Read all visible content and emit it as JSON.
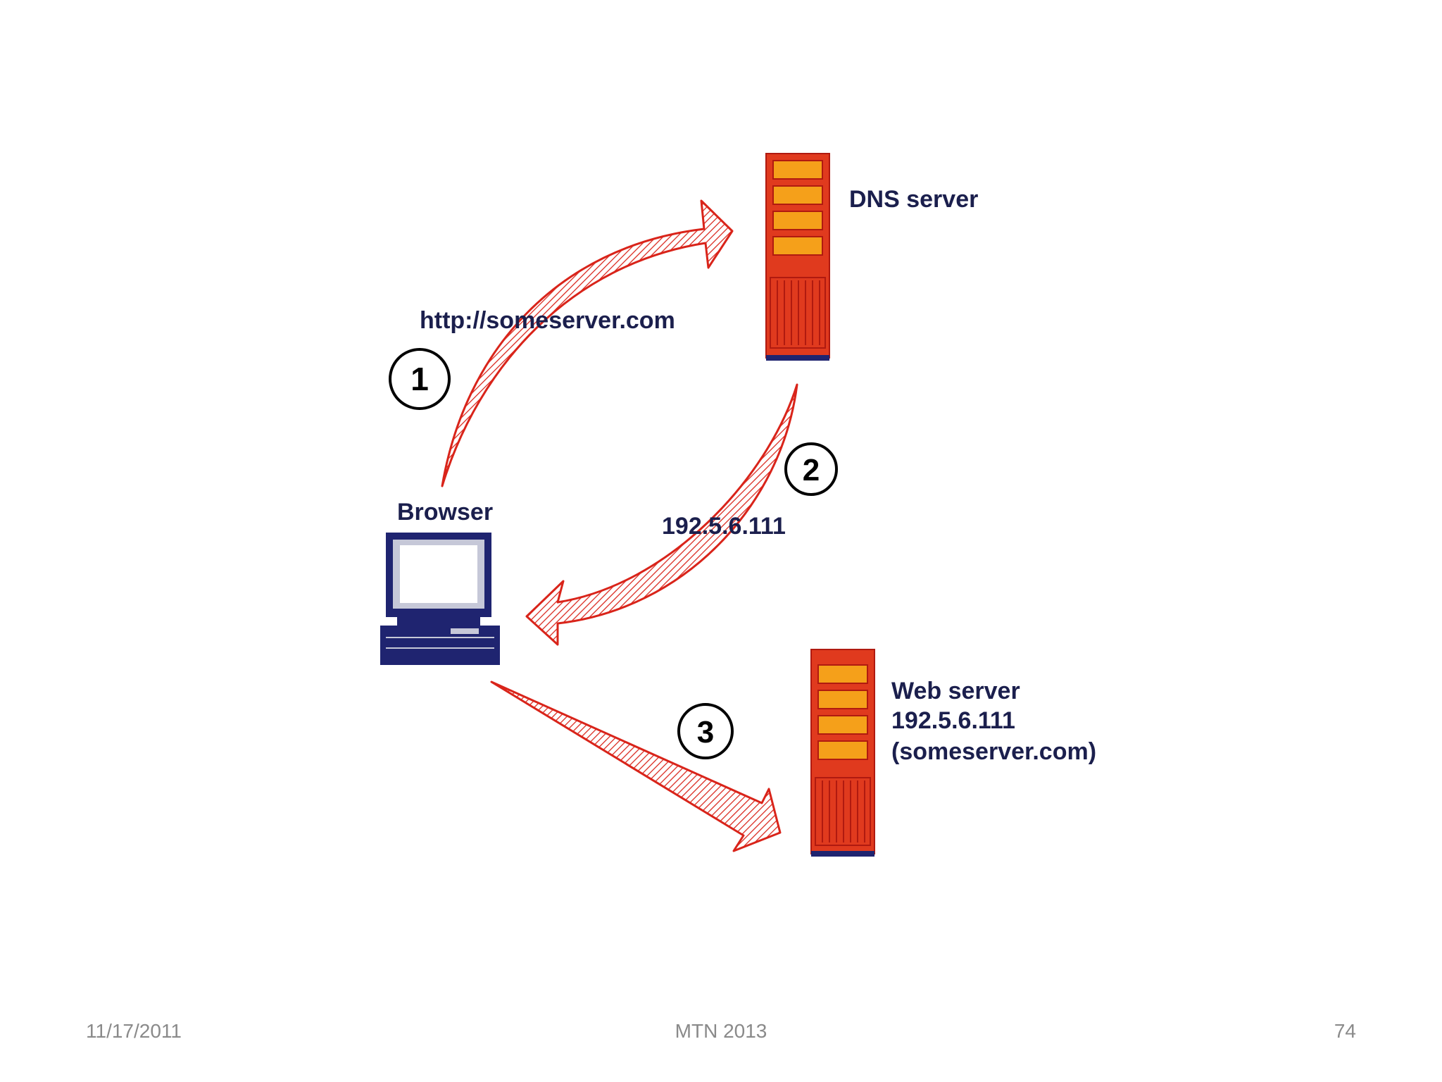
{
  "diagram": {
    "nodes": {
      "browser": {
        "label": "Browser",
        "icon": "computer-icon"
      },
      "dns_server": {
        "label": "DNS server",
        "icon": "server-tower-icon"
      },
      "web_server": {
        "label_line1": "Web server",
        "label_line2": "192.5.6.111",
        "label_line3": "(someserver.com)",
        "icon": "server-tower-icon"
      }
    },
    "edges": [
      {
        "step": "1",
        "label": "http://someserver.com",
        "from": "browser",
        "to": "dns_server"
      },
      {
        "step": "2",
        "label": "192.5.6.111",
        "from": "dns_server",
        "to": "browser"
      },
      {
        "step": "3",
        "label": "",
        "from": "browser",
        "to": "web_server"
      }
    ],
    "colors": {
      "arrow": "#d9241a",
      "server_body": "#e03a1e",
      "server_panel": "#f5a01a",
      "computer": "#1f2470",
      "label_text": "#1b1f4d"
    }
  },
  "footer": {
    "date": "11/17/2011",
    "center": "MTN 2013",
    "page": "74"
  }
}
